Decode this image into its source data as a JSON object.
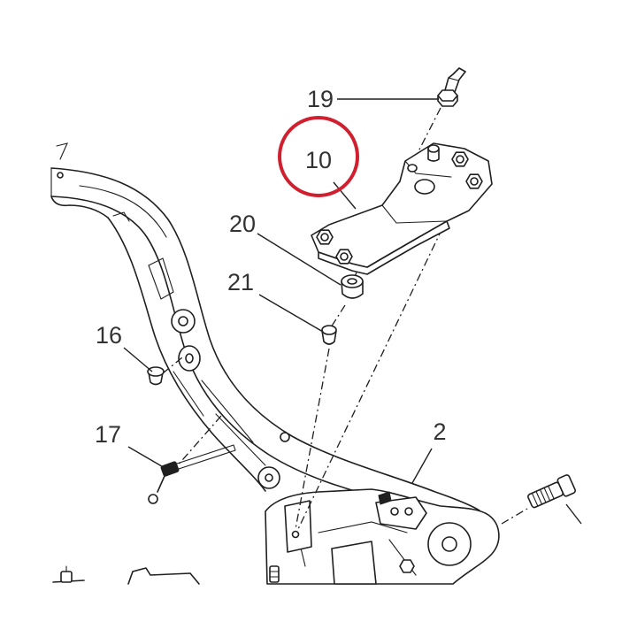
{
  "callouts": [
    "19",
    "10",
    "20",
    "21",
    "16",
    "17",
    "2"
  ],
  "colors": {
    "highlight": "#d0202f",
    "ink": "#1f1f1f",
    "label": "#333333",
    "background": "#ffffff"
  }
}
